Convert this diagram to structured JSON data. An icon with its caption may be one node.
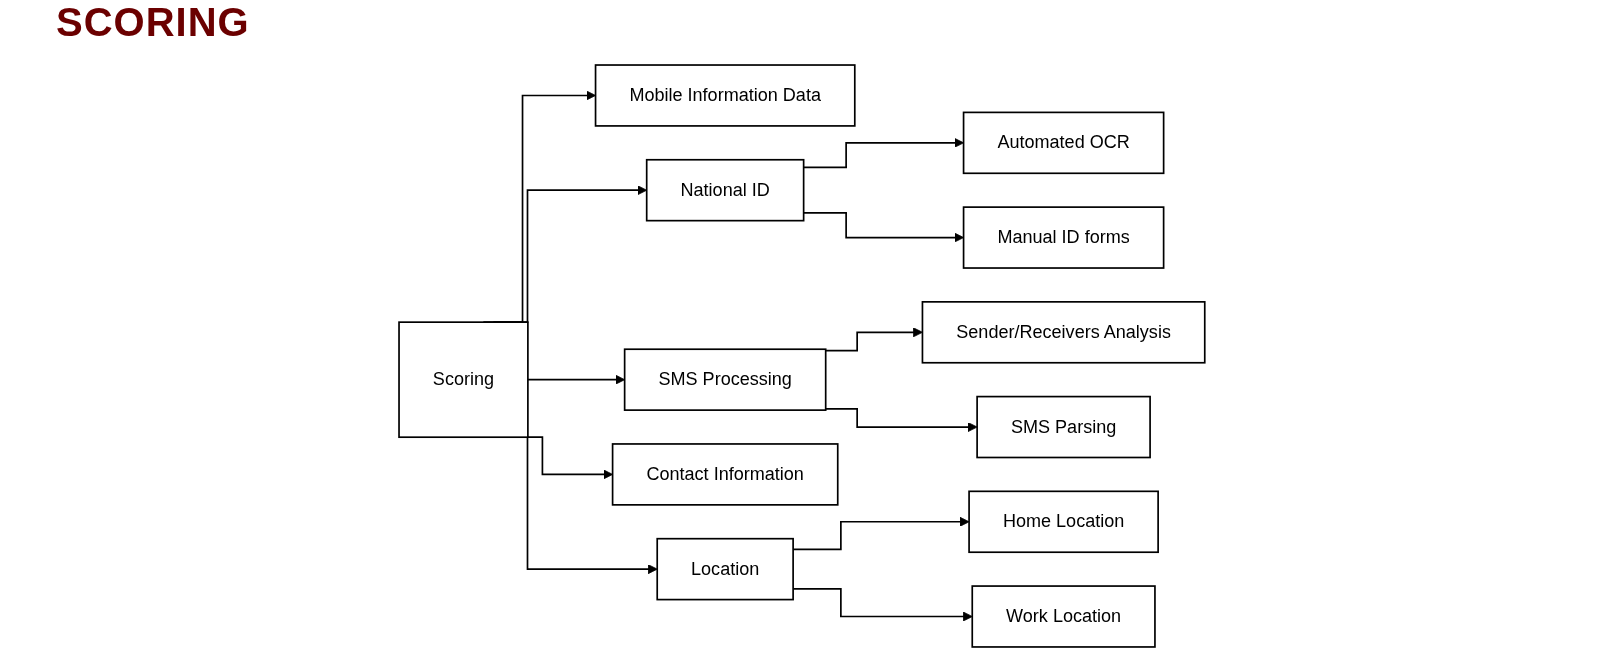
{
  "diagram": {
    "title": "SCORING",
    "nodes": [
      {
        "text": [
          "Scoring"
        ]
      },
      {
        "text": [
          "Mobile Information Data"
        ]
      },
      {
        "text": [
          "National ID"
        ]
      },
      {
        "text": [
          "Automated OCR"
        ]
      },
      {
        "text": [
          "Manual ID forms"
        ]
      },
      {
        "text": [
          "SMS Processing"
        ]
      },
      {
        "text": [
          "Sender/Receivers Analysis"
        ]
      },
      {
        "text": [
          "SMS Parsing"
        ]
      },
      {
        "text": [
          "Contact Information"
        ]
      },
      {
        "text": [
          "Location"
        ]
      },
      {
        "text": [
          "Home Location"
        ]
      },
      {
        "text": [
          "Work Location"
        ]
      }
    ],
    "edges": [
      {
        "from": 0,
        "to": 1,
        "arrow": "to"
      },
      {
        "from": 0,
        "to": 2,
        "arrow": "to"
      },
      {
        "from": 2,
        "to": 3,
        "arrow": "to"
      },
      {
        "from": 2,
        "to": 4,
        "arrow": "to"
      },
      {
        "from": 0,
        "to": 5,
        "arrow": "to"
      },
      {
        "from": 5,
        "to": 6,
        "arrow": "to"
      },
      {
        "from": 5,
        "to": 7,
        "arrow": "to"
      },
      {
        "from": 0,
        "to": 8,
        "arrow": "to"
      },
      {
        "from": 0,
        "to": 9,
        "arrow": "to"
      },
      {
        "from": 9,
        "to": 10,
        "arrow": "to"
      },
      {
        "from": 9,
        "to": 11,
        "arrow": "to"
      }
    ]
  }
}
